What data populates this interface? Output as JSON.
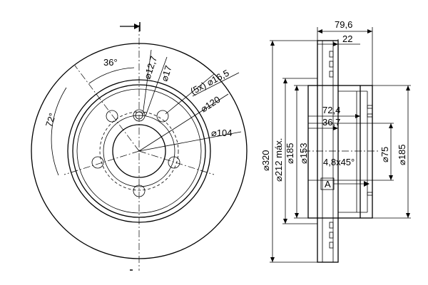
{
  "front_view": {
    "angle_36": "36°",
    "angle_72": "72°",
    "dim_12_7": "12,7",
    "dim_17": "17",
    "holes_count": "(5x)",
    "dim_16_5": "16,5",
    "dim_120": "120",
    "dim_104": "104"
  },
  "side_view": {
    "width_79_6": "79,6",
    "width_22": "22",
    "dim_72_4": "72,4",
    "dim_36_7": "36,7",
    "chamfer": "4,8x45°",
    "datum": "A",
    "dia_320": "320",
    "dia_212": "212 máx.",
    "dia_185_left": "185",
    "dia_153": "153",
    "dia_75": "75",
    "dia_185_right": "185"
  }
}
